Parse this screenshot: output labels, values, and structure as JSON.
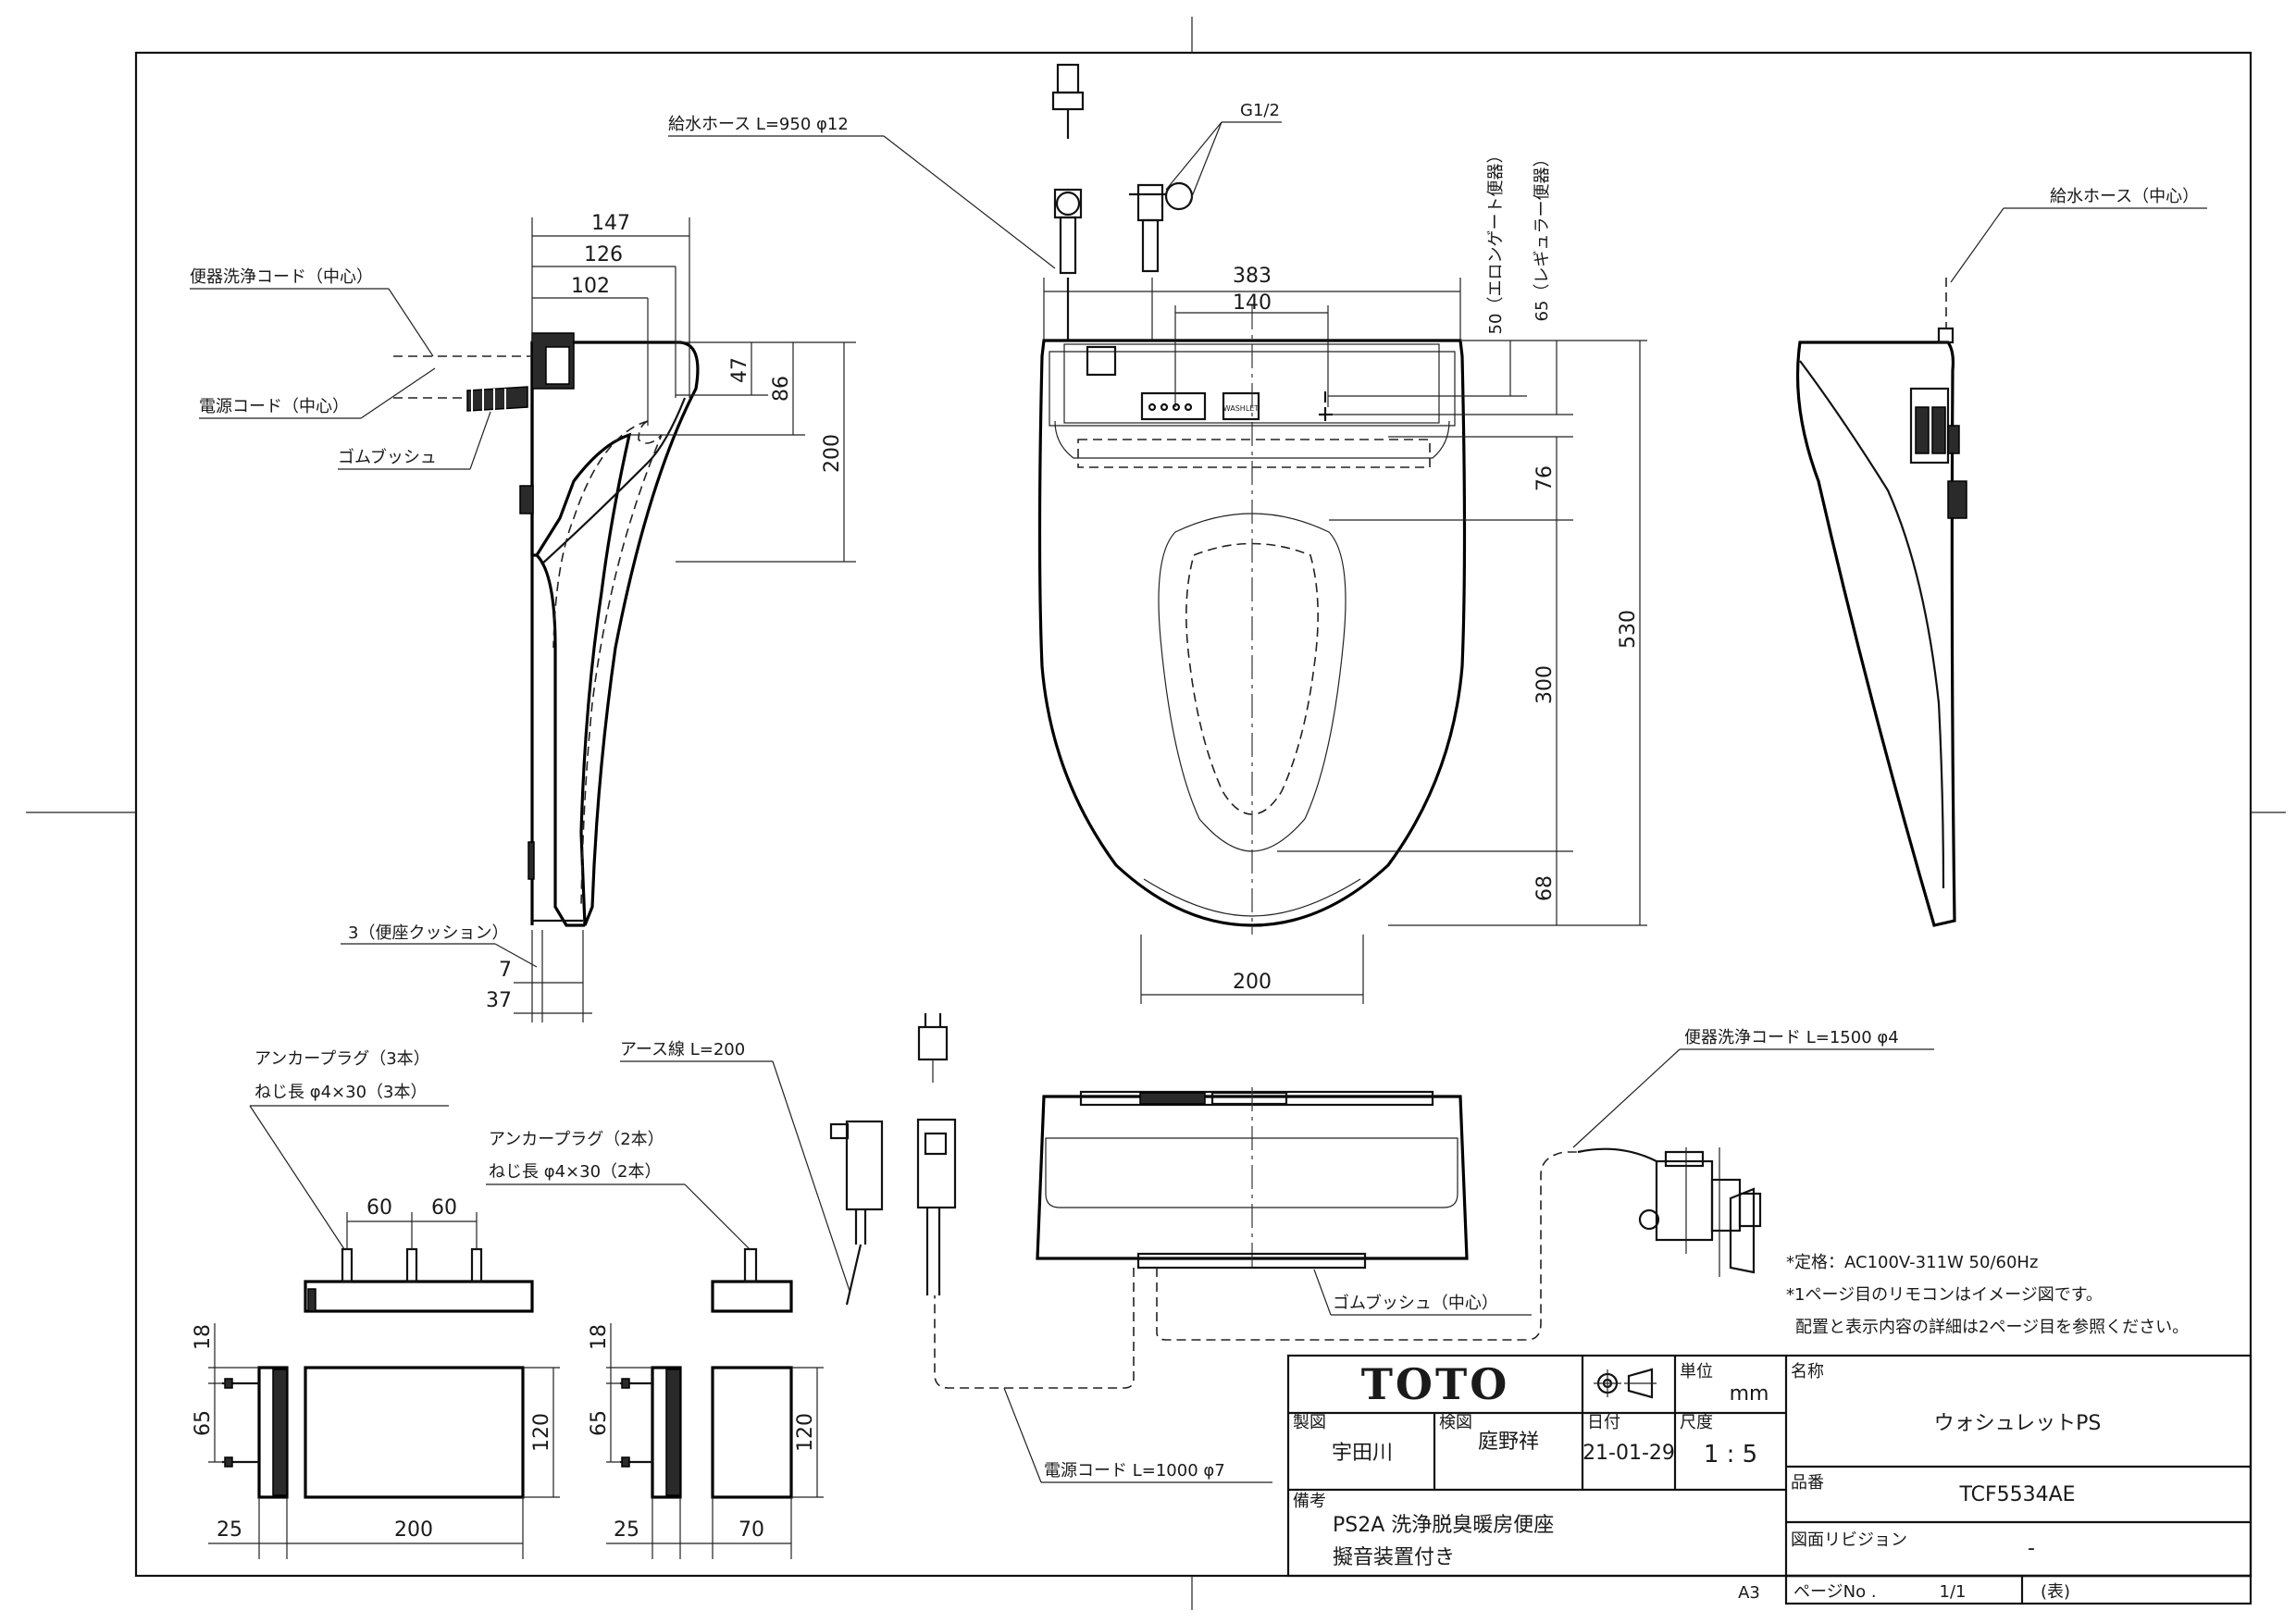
{
  "title_block": {
    "brand": "TOTO",
    "unit_label": "単位",
    "unit": "mm",
    "name_label": "名称",
    "product_name": "ウォシュレットPS",
    "drawn_label": "製図",
    "drawn_by": "宇田川",
    "checked_label": "検図",
    "checked_by": "庭野祥",
    "date_label": "日付",
    "date": "21-01-29",
    "scale_label": "尺度",
    "scale": "1 : 5",
    "model_label": "品番",
    "model": "TCF5534AE",
    "remarks_label": "備考",
    "remarks_1": "PS2A 洗浄脱臭暖房便座",
    "remarks_2": "擬音装置付き",
    "revision_label": "図面リビジョン",
    "revision": "-",
    "page_label": "ページNo .",
    "page": "1/1",
    "page_note": "(表)",
    "paper": "A3"
  },
  "callouts": {
    "supply_hose": "給水ホース  L=950  φ12",
    "thread": "G1/2",
    "supply_hose_center": "給水ホース（中心）",
    "flush_cord_center": "便器洗浄コード（中心）",
    "power_cord_center": "電源コード（中心）",
    "rubber_bush": "ゴムブッシュ",
    "seat_cushion": "3（便座クッション）",
    "elongated": "50（エロンゲート便器）",
    "regular": "65（レギュラー便器）",
    "earth_wire": "アース線  L=200",
    "flush_cord": "便器洗浄コード  L=1500  φ4",
    "rubber_bush_center": "ゴムブッシュ（中心）",
    "power_cord": "電源コード  L=1000  φ7",
    "anchor3_line1": "アンカープラグ（3本）",
    "anchor3_line2": "ねじ長  φ4×30（3本）",
    "anchor2_line1": "アンカープラグ（2本）",
    "anchor2_line2": "ねじ長  φ4×30（2本）"
  },
  "dimensions": {
    "d147": "147",
    "d126": "126",
    "d102": "102",
    "d47": "47",
    "d86": "86",
    "d200_side": "200",
    "d7": "7",
    "d37": "37",
    "d383": "383",
    "d140": "140",
    "d530": "530",
    "d76": "76",
    "d300": "300",
    "d68": "68",
    "d200_seat": "200",
    "d60a": "60",
    "d60b": "60",
    "d18a": "18",
    "d65a": "65",
    "d120a": "120",
    "d25a": "25",
    "d200_plate": "200",
    "d18b": "18",
    "d65b": "65",
    "d120b": "120",
    "d25b": "25",
    "d70": "70"
  },
  "notes": {
    "rating": "*定格：AC100V-311W  50/60Hz",
    "remote_note": "*1ページ目のリモコンはイメージ図です。",
    "layout_note": "配置と表示内容の詳細は2ページ目を参照ください。"
  },
  "panel_label": "WASHLET"
}
